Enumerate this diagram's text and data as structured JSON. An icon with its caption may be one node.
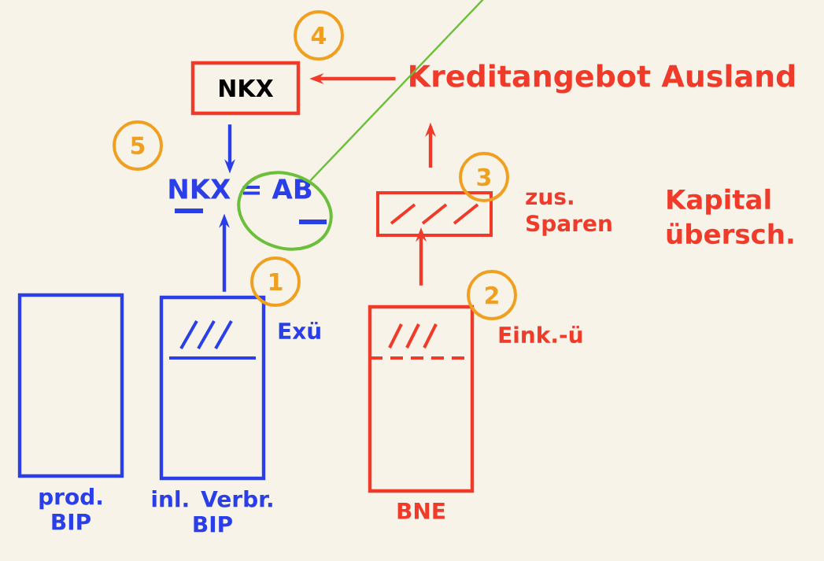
{
  "diagram": {
    "nodes": [
      {
        "text": [
          "prod. BIP"
        ]
      },
      {
        "text": [
          "inl. Verbr. BIP"
        ],
        "beside": [
          "Exü"
        ]
      },
      {
        "text": [
          "BNE"
        ],
        "beside": [
          "Eink.-ü"
        ]
      },
      {
        "text": [],
        "shape": "box",
        "beside": [
          "zus. Sparen"
        ]
      },
      {
        "text": [
          "NKX"
        ]
      },
      {
        "text": [
          "NKX = AB"
        ]
      },
      {
        "text": [
          "Kreditangebot Ausland"
        ]
      },
      {
        "text": [],
        "shape": "circle"
      }
    ],
    "edges": [
      {
        "from": 1,
        "to": 5,
        "arrow": "to",
        "color": "#2a3fe8"
      },
      {
        "from": 4,
        "to": 5,
        "arrow": "to",
        "color": "#2a3fe8"
      },
      {
        "from": 2,
        "to": 3,
        "arrow": "to"
      },
      {
        "from": 3,
        "to": 6,
        "arrow": "to"
      },
      {
        "from": 6,
        "to": 4,
        "arrow": "to"
      },
      {
        "from": 7,
        "to": null,
        "arrow": "none",
        "color": "#6cbf3a"
      }
    ],
    "labels": [
      "4",
      "5",
      "3",
      "Kapital übersch.",
      "1",
      "2"
    ]
  }
}
